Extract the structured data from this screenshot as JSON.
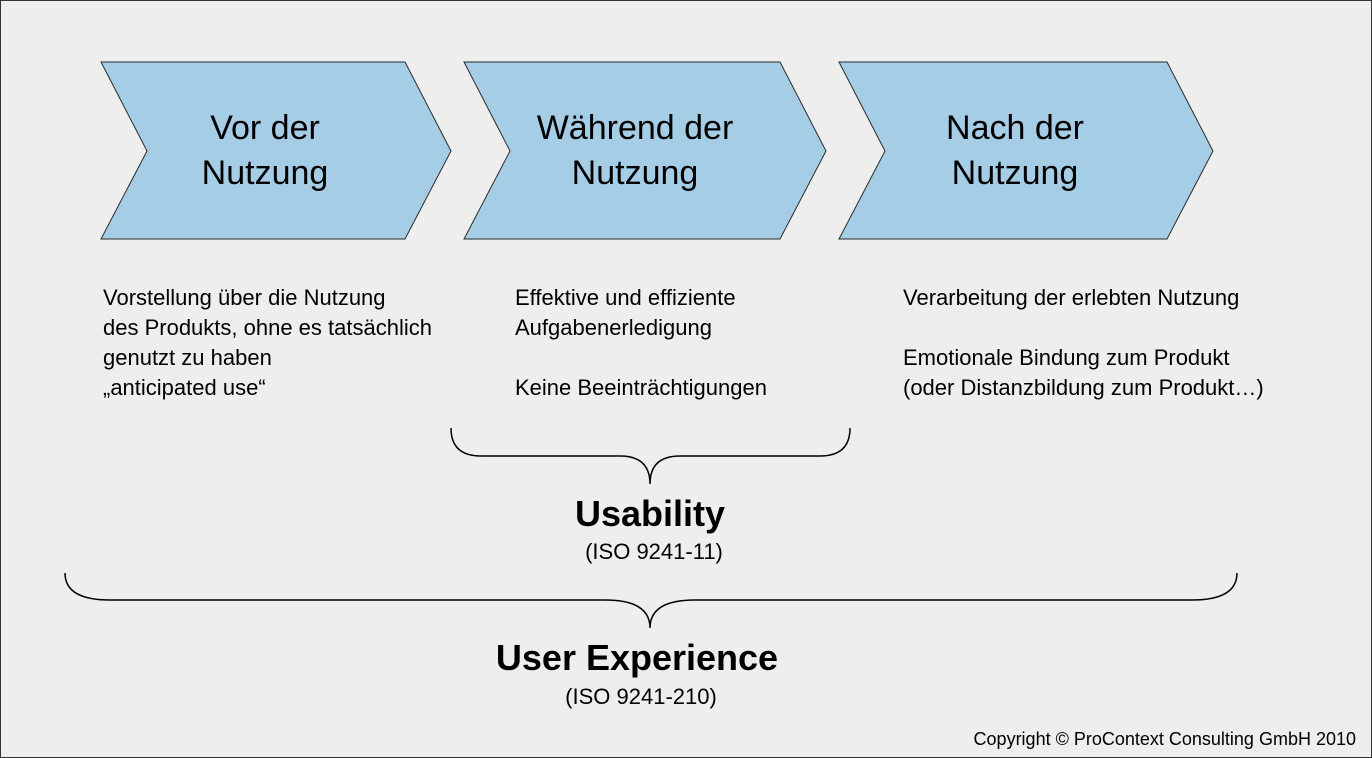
{
  "phases": [
    {
      "label": "Vor der\nNutzung"
    },
    {
      "label": "Während der\nNutzung"
    },
    {
      "label": "Nach der\nNutzung"
    }
  ],
  "descriptions": [
    {
      "lines": [
        "Vorstellung über die Nutzung",
        "des Produkts, ohne es tatsächlich",
        "genutzt zu haben",
        "„anticipated use“"
      ]
    },
    {
      "lines": [
        "Effektive und effiziente",
        "Aufgabenerledigung",
        "",
        "Keine Beeinträchtigungen"
      ]
    },
    {
      "lines": [
        "Verarbeitung der erlebten Nutzung",
        "",
        "Emotionale Bindung zum Produkt",
        "(oder Distanzbildung zum Produkt…)"
      ]
    }
  ],
  "usability": {
    "title": "Usability",
    "standard": "(ISO 9241-11)"
  },
  "user_experience": {
    "title": "User Experience",
    "standard": "(ISO 9241-210)"
  },
  "copyright": "Copyright © ProContext Consulting GmbH 2010",
  "colors": {
    "chevron_fill": "#a6cde6",
    "chevron_stroke": "#2b2b2b",
    "background": "#eeeeee"
  }
}
